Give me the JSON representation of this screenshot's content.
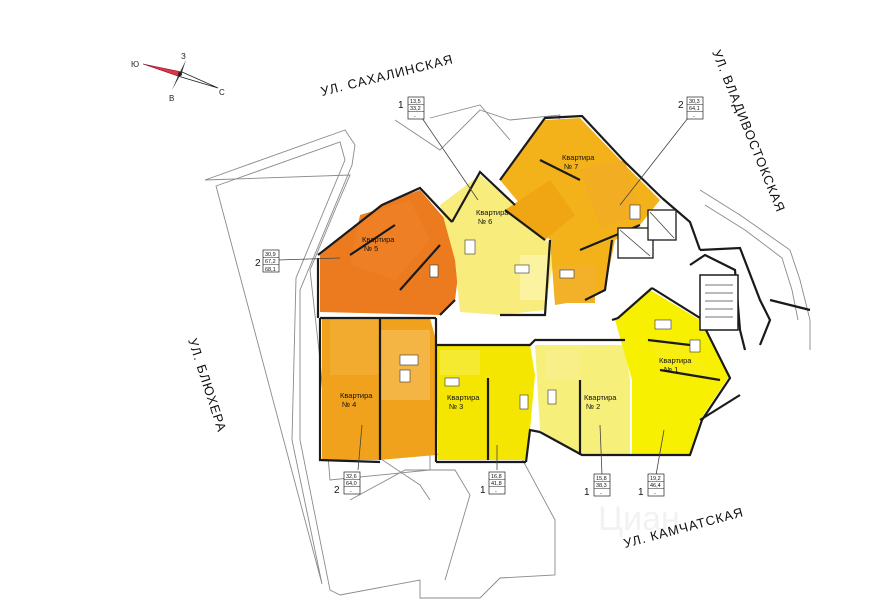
{
  "streets": {
    "sakhalinskaya": "УЛ. САХАЛИНСКАЯ",
    "vladivostokskaya": "УЛ. ВЛАДИВОСТОКСКАЯ",
    "blyukhera": "УЛ. БЛЮХЕРА",
    "kamchatskaya": "УЛ. КАМЧАТСКАЯ"
  },
  "compass": {
    "north": "С",
    "south": "Ю",
    "east": "В",
    "west": "З"
  },
  "apartments": [
    {
      "id": "apt-1",
      "label_line1": "Квартира",
      "label_line2": "№ 1",
      "color": "#f7f000"
    },
    {
      "id": "apt-2",
      "label_line1": "Квартира",
      "label_line2": "№ 2",
      "color": "#f6f07a"
    },
    {
      "id": "apt-3",
      "label_line1": "Квартира",
      "label_line2": "№ 3",
      "color": "#f4e600"
    },
    {
      "id": "apt-4",
      "label_line1": "Квартира",
      "label_line2": "№ 4",
      "color": "#f0a21c"
    },
    {
      "id": "apt-5",
      "label_line1": "Квартира",
      "label_line2": "№ 5",
      "color": "#ec7a1e"
    },
    {
      "id": "apt-6",
      "label_line1": "Квартира",
      "label_line2": "№ 6",
      "color": "#f7ec7c"
    },
    {
      "id": "apt-7",
      "label_line1": "Квартира",
      "label_line2": "№ 7",
      "color": "#f4b21a"
    }
  ],
  "tags": [
    {
      "id": "tag-apt6",
      "rooms": "1",
      "v1": "13,5",
      "v2": "33,2",
      "v3": "-"
    },
    {
      "id": "tag-apt7",
      "rooms": "2",
      "v1": "30,3",
      "v2": "64,1",
      "v3": "-"
    },
    {
      "id": "tag-apt5",
      "rooms": "2",
      "v1": "30,9",
      "v2": "67,2",
      "v3": "68,1"
    },
    {
      "id": "tag-apt4",
      "rooms": "2",
      "v1": "32,6",
      "v2": "64,0",
      "v3": "-"
    },
    {
      "id": "tag-apt3",
      "rooms": "1",
      "v1": "16,8",
      "v2": "41,8",
      "v3": "-"
    },
    {
      "id": "tag-apt2",
      "rooms": "1",
      "v1": "15,8",
      "v2": "38,3",
      "v3": "-"
    },
    {
      "id": "tag-apt1",
      "rooms": "1",
      "v1": "19,2",
      "v2": "46,4",
      "v3": "-"
    }
  ],
  "watermark": "Циан"
}
